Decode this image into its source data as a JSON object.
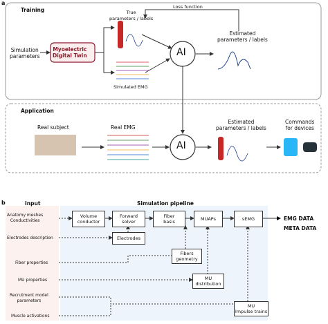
{
  "panel_a": {
    "letter": "a",
    "training": {
      "title": "Training",
      "loss_label": "Loss function",
      "input_label": "Simulation\nparameters",
      "twin_label": "Myoelectric\nDigital Twin",
      "true_label": "True\nparameters / labels",
      "emg_label": "Simulated EMG",
      "ai_label": "AI",
      "output_label": "Estimated\nparameters / labels"
    },
    "application": {
      "title": "Application",
      "subject_label": "Real subject",
      "emg_label": "Real EMG",
      "ai_label": "AI",
      "output_label": "Estimated\nparameters / labels",
      "commands_label": "Commands\nfor devices"
    }
  },
  "panel_b": {
    "letter": "b",
    "input_title": "Input",
    "pipeline_title": "Simulation pipeline",
    "inputs": [
      "Anatomy meshes\nConductivities",
      "Electrodes description",
      "Fiber properties",
      "MU properties",
      "Recrutment model\nparameters",
      "Muscle activations"
    ],
    "boxes": {
      "volume": "Volume\nconductor",
      "forward": "Forward\nsolver",
      "fiber": "Fiber\nbasis",
      "muaps": "MUAPs",
      "semg": "sEMG",
      "electrodes": "Electrodes",
      "geometry": "Fibers\ngeometry",
      "mu_dist": "MU\ndistribution",
      "mu_impulse": "MU\nImpulse trains"
    },
    "outputs": [
      "EMG DATA",
      "META DATA"
    ]
  },
  "colors": {
    "twin_border": "#8b1a2a",
    "twin_fill": "#fbeeee",
    "input_panel": "#fdf1f0",
    "pipeline_panel": "#eef4fb",
    "curve": "#1f3f8a"
  }
}
